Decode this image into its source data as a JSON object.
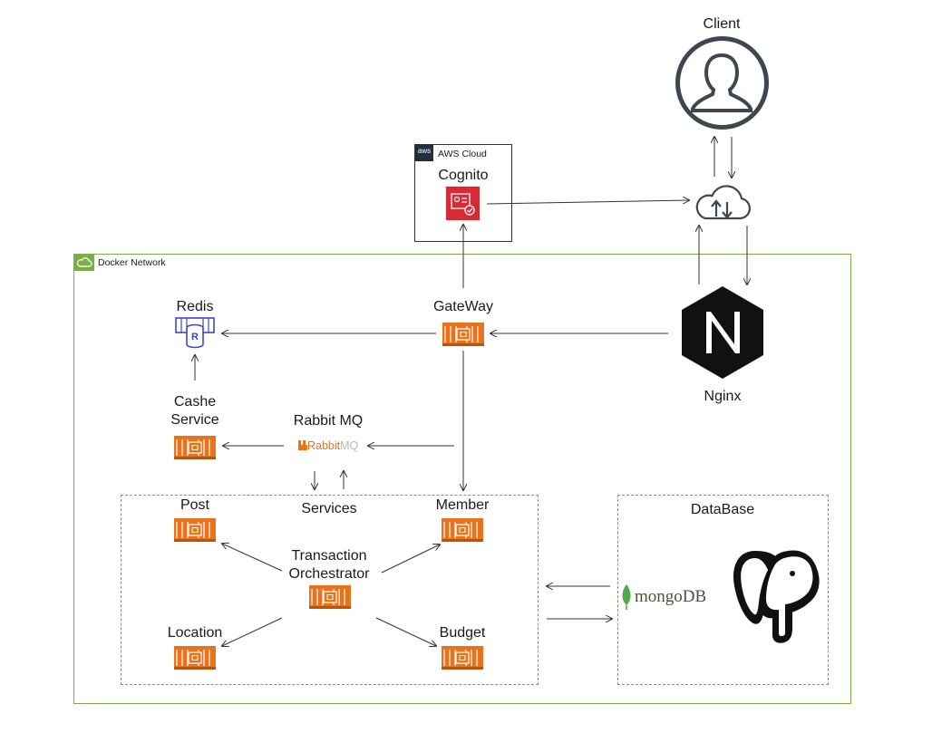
{
  "client": {
    "label": "Client"
  },
  "aws": {
    "badge": "aws",
    "title": "AWS Cloud",
    "cognito_label": "Cognito"
  },
  "docker": {
    "title": "Docker Network"
  },
  "nginx": {
    "label": "Nginx"
  },
  "gateway": {
    "label": "GateWay"
  },
  "redis": {
    "label": "Redis",
    "glyph": "R"
  },
  "cache_service": {
    "line1": "Cashe",
    "line2": "Service"
  },
  "rabbitmq": {
    "label": "Rabbit MQ",
    "logo_text_a": "Rabbit",
    "logo_text_b": "MQ"
  },
  "services": {
    "title": "Services",
    "post": "Post",
    "member": "Member",
    "orchestrator_line1": "Transaction",
    "orchestrator_line2": "Orchestrator",
    "location": "Location",
    "budget": "Budget"
  },
  "database": {
    "title": "DataBase",
    "mongo_text": "mongoDB"
  },
  "colors": {
    "docker_border": "#7aaf48",
    "service_orange": "#e8731a",
    "cognito_red": "#d62a35",
    "redis_blue": "#3b48cc",
    "arrow": "#333333"
  }
}
